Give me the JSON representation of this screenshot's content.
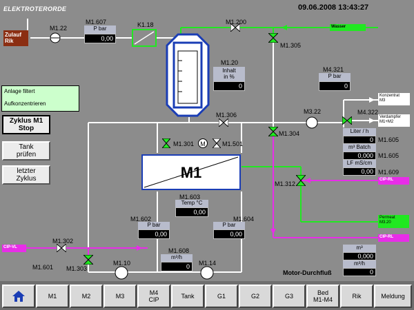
{
  "header": {
    "brand": "ELEKTROTERORDE",
    "datetime": "09.06.2008 13:43:27"
  },
  "colors": {
    "water": "#21e821",
    "product": "#e82de8",
    "frame": "#ffffff",
    "vessel": "#1a3db5"
  },
  "tags": {
    "zulauf": "Zulauf\nRik",
    "wasser": "Wasser",
    "konzentrat": "Konzentrat\nM3",
    "verdampfer": "Verdampfer\nM1+M2",
    "cip_rl_1": "CIP-RL",
    "permeat": "Permeat\nM3.20",
    "cip_rl_2": "CIP-RL",
    "cip_vl": "CIP-VL"
  },
  "status": {
    "line1": "Anlage filtert",
    "line2": "Aufkonzentrieren"
  },
  "buttons": {
    "zyklus": "Zyklus M1\nStop",
    "tank": "Tank\nprüfen",
    "letzter": "letzter\nZyklus"
  },
  "labels": {
    "m1_22": "M1.22",
    "m1_607": "M1.607",
    "k1_18": "K1.18",
    "m1_200": "M1.200",
    "m1_305": "M1.305",
    "m1_20": "M1.20",
    "m4_321": "M4.321",
    "m1_306": "M1.306",
    "m3_22": "M3.22",
    "m4_322": "M4.322",
    "m1_304": "M1.304",
    "m1_301": "M1.301",
    "m1_501": "M1.501",
    "m1_605": "M1.605",
    "m1_605b": "M1.605",
    "m1_609": "M1.609",
    "m1_312": "M1.312",
    "m1_603": "M1.603",
    "m1_602": "M1.602",
    "m1_604": "M1.604",
    "m1_302": "M1.302",
    "m1_608": "M1.608",
    "m1_601": "M1.601",
    "m1_303": "M1.303",
    "m1_10": "M1.10",
    "m1_14": "M1.14",
    "m1": "M1",
    "motor": "Motor-Durchfluß",
    "m_symbol": "M"
  },
  "displays": {
    "p_m1_607": {
      "header": "P  bar",
      "value": "0,00"
    },
    "inhalt": {
      "header": "Inhalt\nin %",
      "value": "0"
    },
    "p_m4_321": {
      "header": "P  bar",
      "value": "0"
    },
    "liter_h": {
      "header": "Liter / h",
      "value": "0"
    },
    "m3_batch": {
      "header": "m³ Batch",
      "value": "0,000"
    },
    "lf": {
      "header": "LF  mS/cm",
      "value": "0,00"
    },
    "temp": {
      "header": "Temp  °C",
      "value": "0,00"
    },
    "p_m1_602": {
      "header": "P  bar",
      "value": "0,00"
    },
    "p_m1_604": {
      "header": "P  bar",
      "value": "0,00"
    },
    "m3h_608": {
      "header": "m³/h",
      "value": "0"
    },
    "motor_m3": {
      "header": "m³",
      "value": "0,000"
    },
    "motor_m3h": {
      "header": "m³/h",
      "value": "0"
    }
  },
  "nav": [
    {
      "label": ""
    },
    {
      "label": "M1"
    },
    {
      "label": "M2"
    },
    {
      "label": "M3"
    },
    {
      "label": "M4\nCIP"
    },
    {
      "label": "Tank"
    },
    {
      "label": "G1"
    },
    {
      "label": "G2"
    },
    {
      "label": "G3"
    },
    {
      "label": "Bed\nM1-M4"
    },
    {
      "label": "Rik"
    },
    {
      "label": "Meldung"
    }
  ],
  "icons": {
    "home": "home-icon"
  }
}
